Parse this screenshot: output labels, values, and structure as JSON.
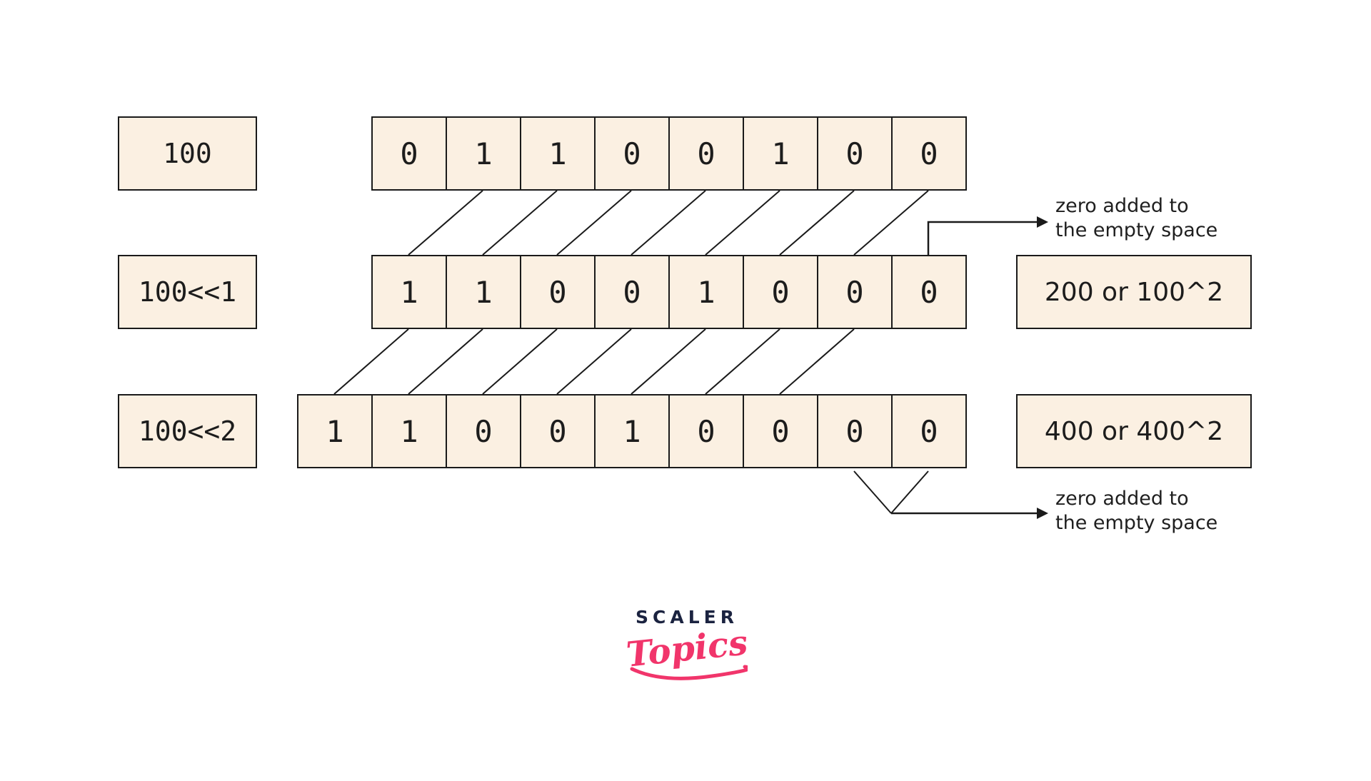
{
  "diagram": {
    "rows": [
      {
        "label": "100",
        "bits": [
          "0",
          "1",
          "1",
          "0",
          "0",
          "1",
          "0",
          "0"
        ],
        "result": ""
      },
      {
        "label": "100<<1",
        "bits": [
          "1",
          "1",
          "0",
          "0",
          "1",
          "0",
          "0",
          "0"
        ],
        "result": "200 or 100^2"
      },
      {
        "label": "100<<2",
        "bits": [
          "1",
          "1",
          "0",
          "0",
          "1",
          "0",
          "0",
          "0",
          "0"
        ],
        "result": "400 or 400^2"
      }
    ],
    "annotations": {
      "top": {
        "line1": "zero added to",
        "line2": "the empty space"
      },
      "bottom": {
        "line1": "zero added to",
        "line2": "the empty space"
      }
    }
  },
  "logo": {
    "brand": "SCALER",
    "sub": "Topics"
  },
  "colors": {
    "box_fill": "#fbf0e2",
    "line": "#1a1a1a",
    "brand_navy": "#1b2340",
    "brand_pink": "#f1356b"
  }
}
